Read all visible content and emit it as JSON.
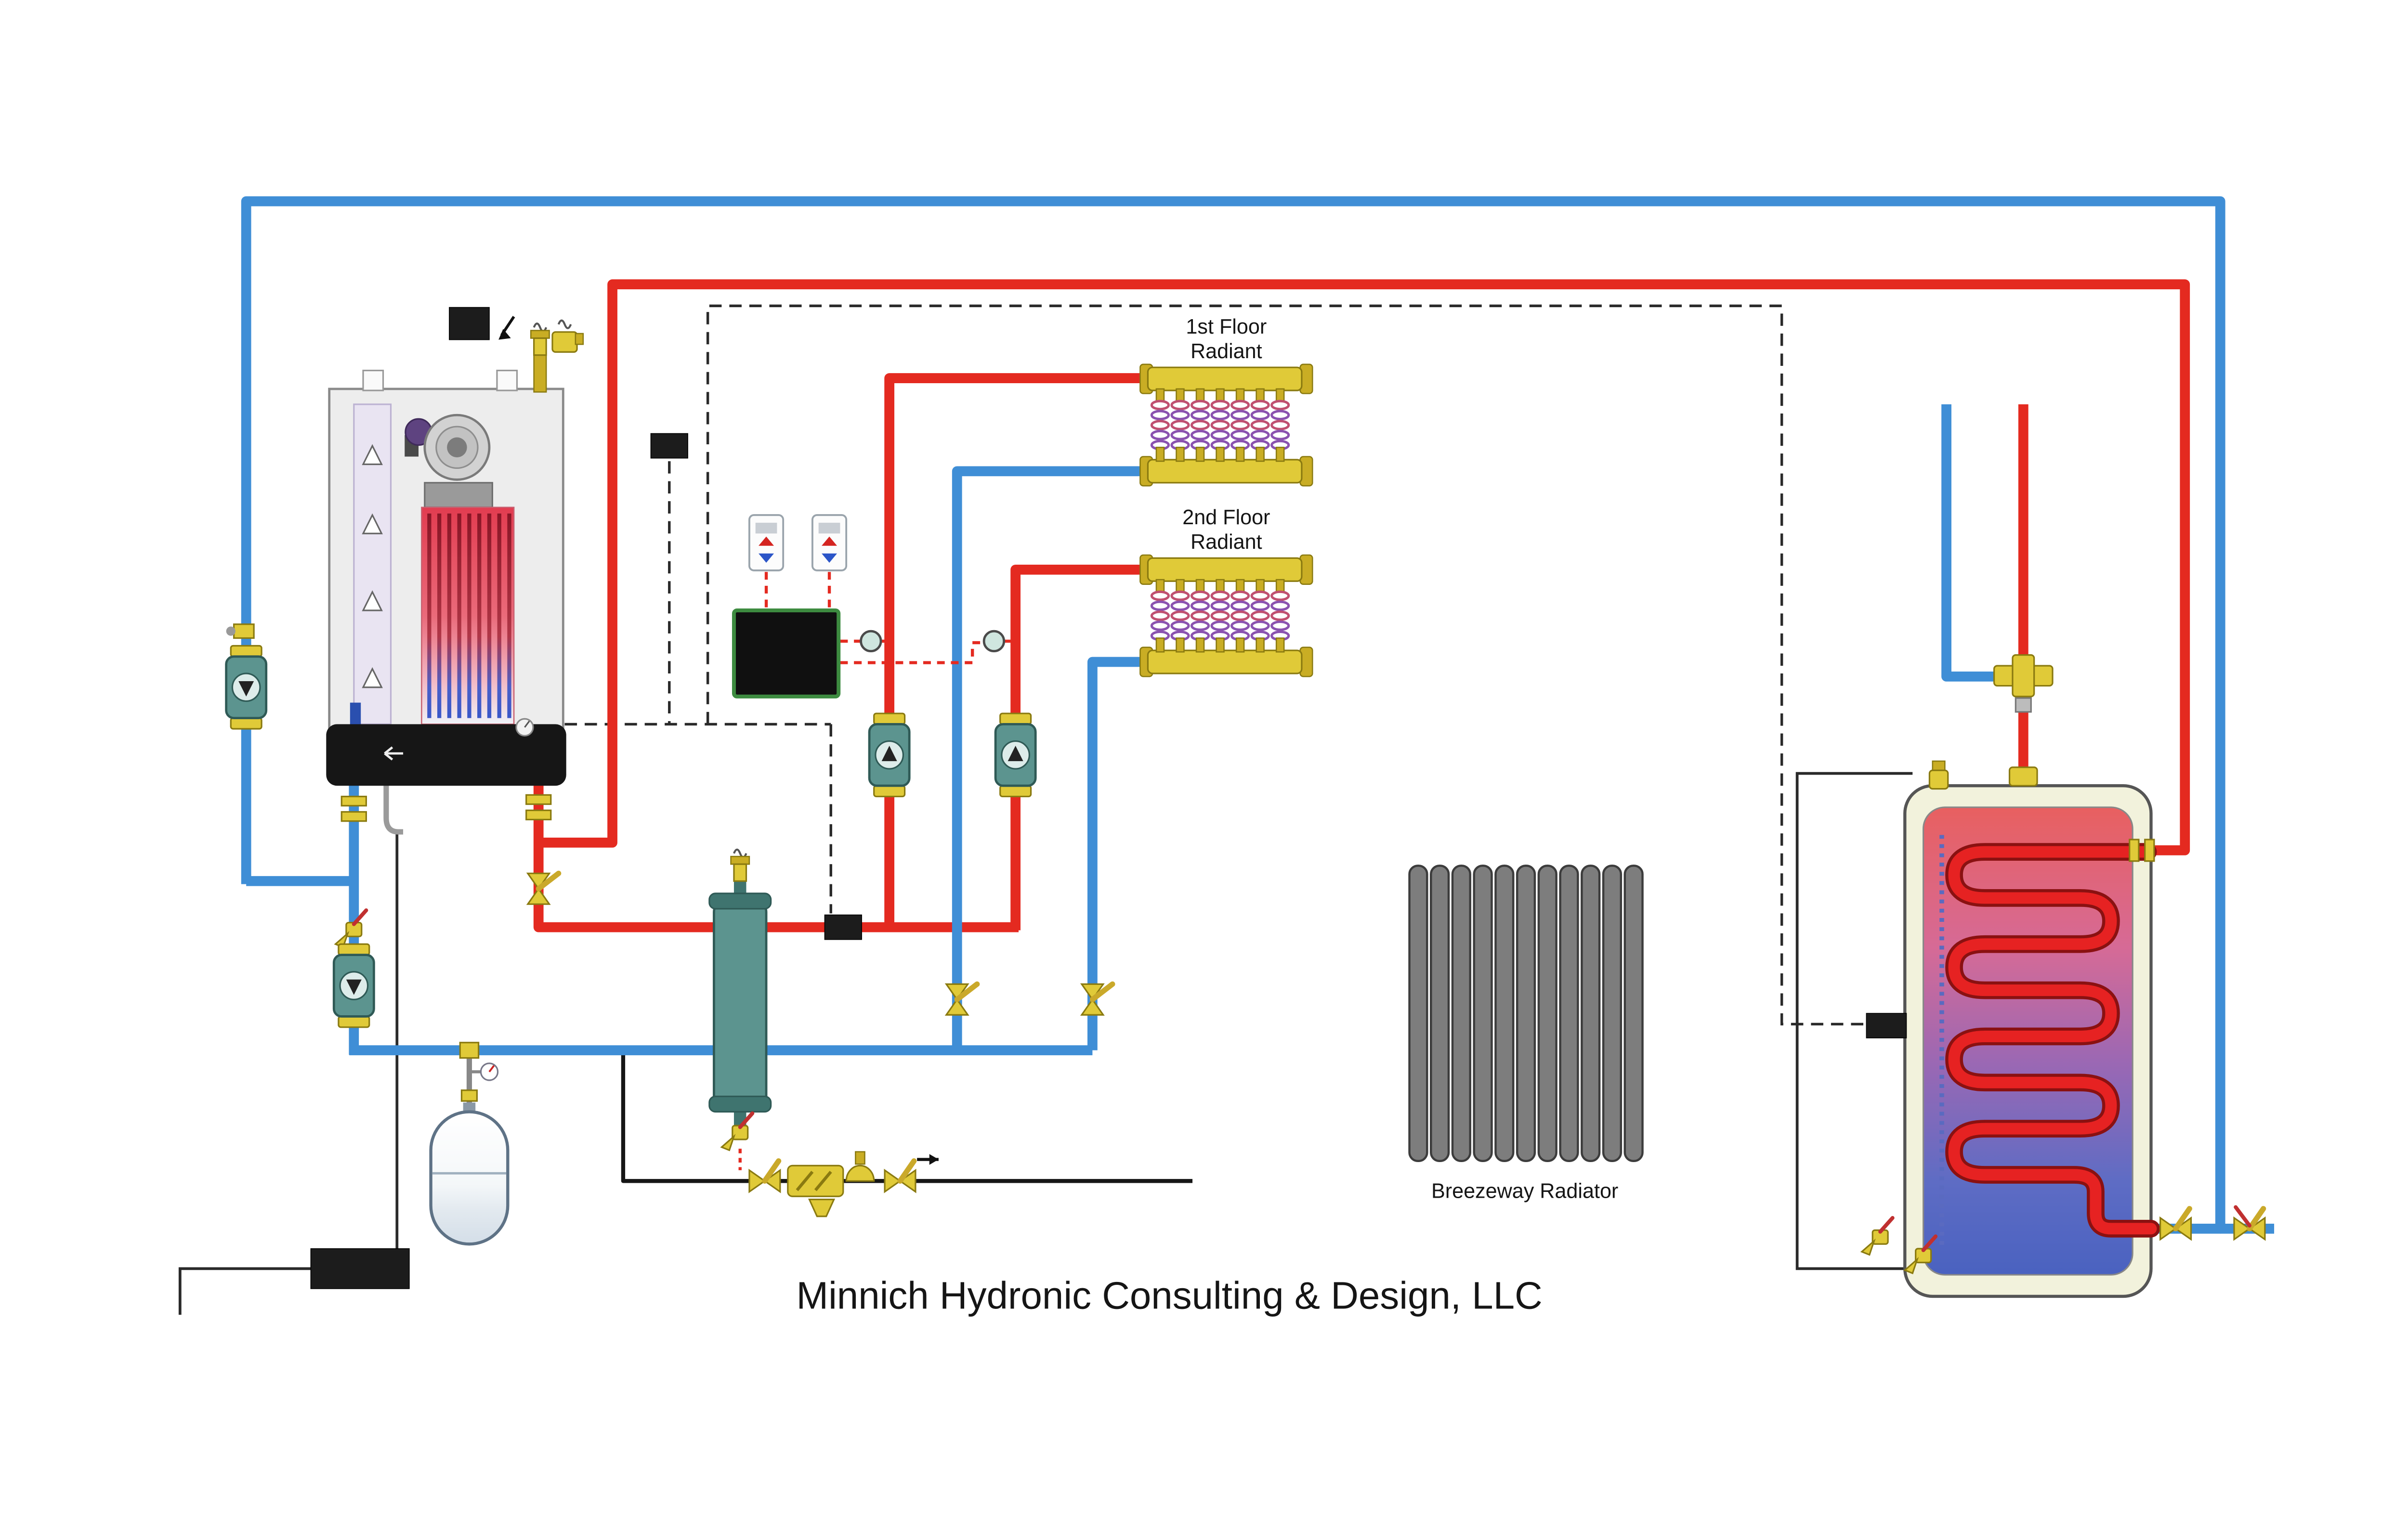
{
  "title": "Minnich Hydronic Consulting & Design, LLC",
  "labels": {
    "manifold_1st": {
      "line1": "1st Floor",
      "line2": "Radiant"
    },
    "manifold_2nd": {
      "line1": "2nd Floor",
      "line2": "Radiant"
    },
    "breezeway_radiator": "Breezeway Radiator"
  },
  "colors": {
    "supply_pipe_red": "#e42a20",
    "return_pipe_blue": "#3f8ed6",
    "brass_fittings": "#e0ca38",
    "pump_and_separator_teal": "#5c948f",
    "radiator_gray": "#7d7d7d",
    "tank_shell_cream": "#f2f2dc",
    "tank_coil_red": "#e62222",
    "control_wiring_red_dashed": "#e42a20",
    "sensor_wiring_black_dashed": "#222222",
    "boiler_body_gray": "#ededed"
  },
  "components": [
    "wall-hung-boiler",
    "circulator-pump",
    "hydraulic-separator",
    "expansion-tank",
    "radiant-manifold",
    "thermostat",
    "control-panel",
    "temperature-sensor",
    "backflow-preventer",
    "breezeway-radiator",
    "indirect-water-heater",
    "thermostatic-mixing-valve",
    "air-vent",
    "ball-valve",
    "drain-valve"
  ]
}
